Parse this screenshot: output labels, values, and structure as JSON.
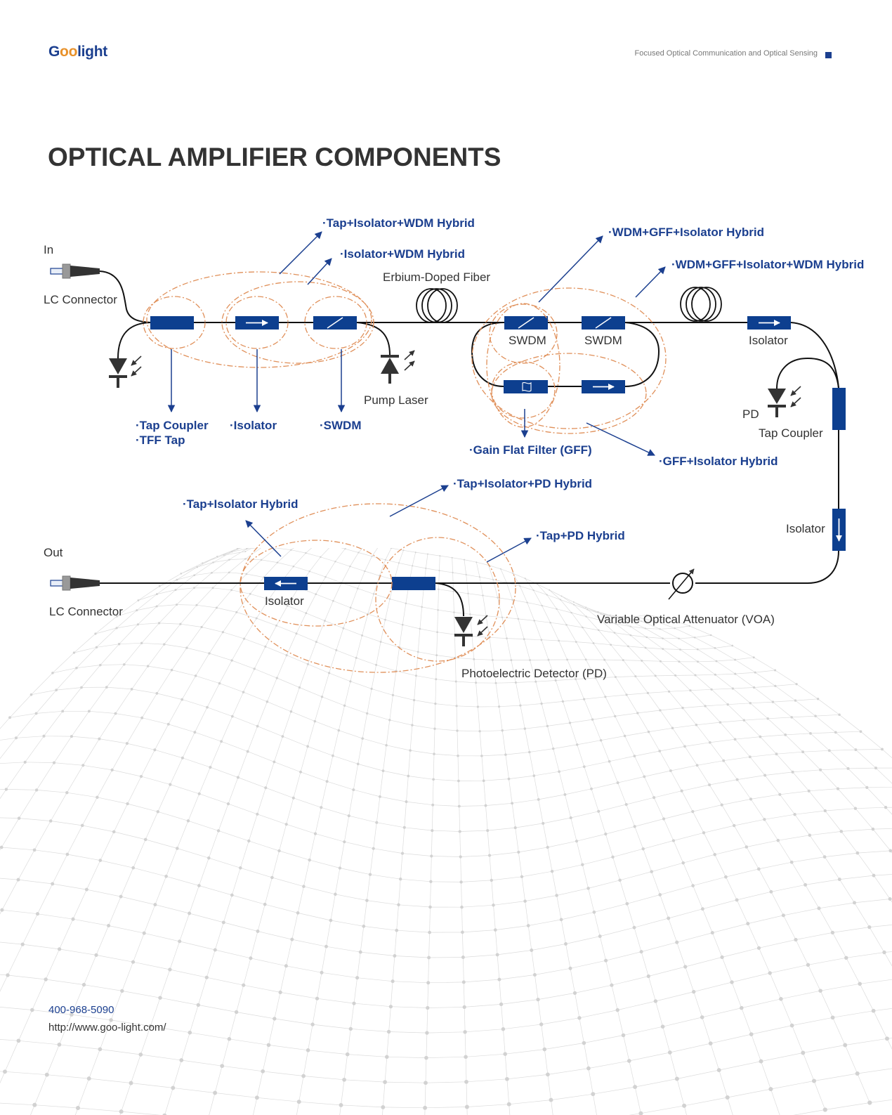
{
  "header": {
    "logo_prefix": "G",
    "logo_oo": "oo",
    "logo_suffix": "light",
    "tagline": "Focused Optical Communication and Optical Sensing"
  },
  "page_title": "OPTICAL AMPLIFIER COMPONENTS",
  "colors": {
    "brand_blue": "#1b3f8f",
    "accent_orange": "#e8912a",
    "dashed_outline": "#e0905a",
    "text_dark": "#333333"
  },
  "diagram": {
    "input": {
      "label": "In",
      "connector": "LC Connector"
    },
    "output": {
      "label": "Out",
      "connector": "LC Connector"
    },
    "component_labels": {
      "erbium_fiber": "Erbium-Doped Fiber",
      "pump_laser": "Pump Laser",
      "swdm_1": "SWDM",
      "swdm_2": "SWDM",
      "isolator_right": "Isolator",
      "pd_right": "PD",
      "tap_coupler_right": "Tap Coupler",
      "isolator_vertical": "Isolator",
      "voa": "Variable Optical Attenuator (VOA)",
      "isolator_bottom": "Isolator",
      "photodetector": "Photoelectric Detector (PD)"
    },
    "callouts": {
      "tap_isolator_wdm_hybrid": "·Tap+Isolator+WDM Hybrid",
      "isolator_wdm_hybrid": "·Isolator+WDM Hybrid",
      "wdm_gff_isolator_hybrid": "·WDM+GFF+Isolator Hybrid",
      "wdm_gff_isolator_wdm_hybrid": "·WDM+GFF+Isolator+WDM Hybrid",
      "tap_coupler": "·Tap Coupler",
      "tff_tap": "·TFF Tap",
      "isolator": "·Isolator",
      "swdm": "·SWDM",
      "gff": "·Gain Flat Filter (GFF)",
      "gff_isolator_hybrid": "·GFF+Isolator Hybrid",
      "tap_isolator_pd_hybrid": "·Tap+Isolator+PD Hybrid",
      "tap_isolator_hybrid": "·Tap+Isolator Hybrid",
      "tap_pd_hybrid": "·Tap+PD Hybrid"
    }
  },
  "footer": {
    "phone": "400-968-5090",
    "url": "http://www.goo-light.com/"
  }
}
